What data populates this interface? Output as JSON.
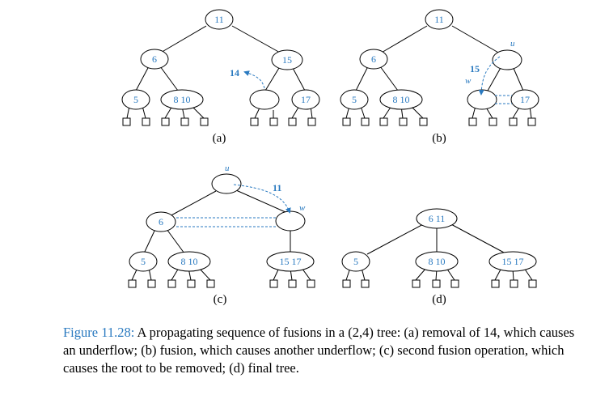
{
  "figure": {
    "panels": [
      {
        "label": "(a)",
        "keys": {
          "root": "11",
          "left": "6",
          "right": "15",
          "ll": "5",
          "lr": "8 10",
          "rr": "17"
        },
        "moved_key": "14"
      },
      {
        "label": "(b)",
        "keys": {
          "root": "11",
          "left": "6",
          "ll": "5",
          "lr": "8 10",
          "rr": "17"
        },
        "moved_key": "15",
        "node_u": "u",
        "node_w": "w"
      },
      {
        "label": "(c)",
        "keys": {
          "left": "6",
          "ll": "5",
          "lr": "8 10",
          "rc": "15 17"
        },
        "moved_key": "11",
        "node_u": "u",
        "node_w": "w"
      },
      {
        "label": "(d)",
        "keys": {
          "root": "6 11",
          "a": "5",
          "b": "8 10",
          "c": "15 17"
        }
      }
    ]
  },
  "caption": {
    "label": "Figure 11.28:",
    "text": " A propagating sequence of fusions in a (2,4) tree: (a) removal of 14, which causes an underflow; (b) fusion, which causes another underflow; (c) second fusion operation, which causes the root to be removed; (d) final tree."
  },
  "colors": {
    "accent": "#2a7ac0",
    "ink": "#000000"
  }
}
